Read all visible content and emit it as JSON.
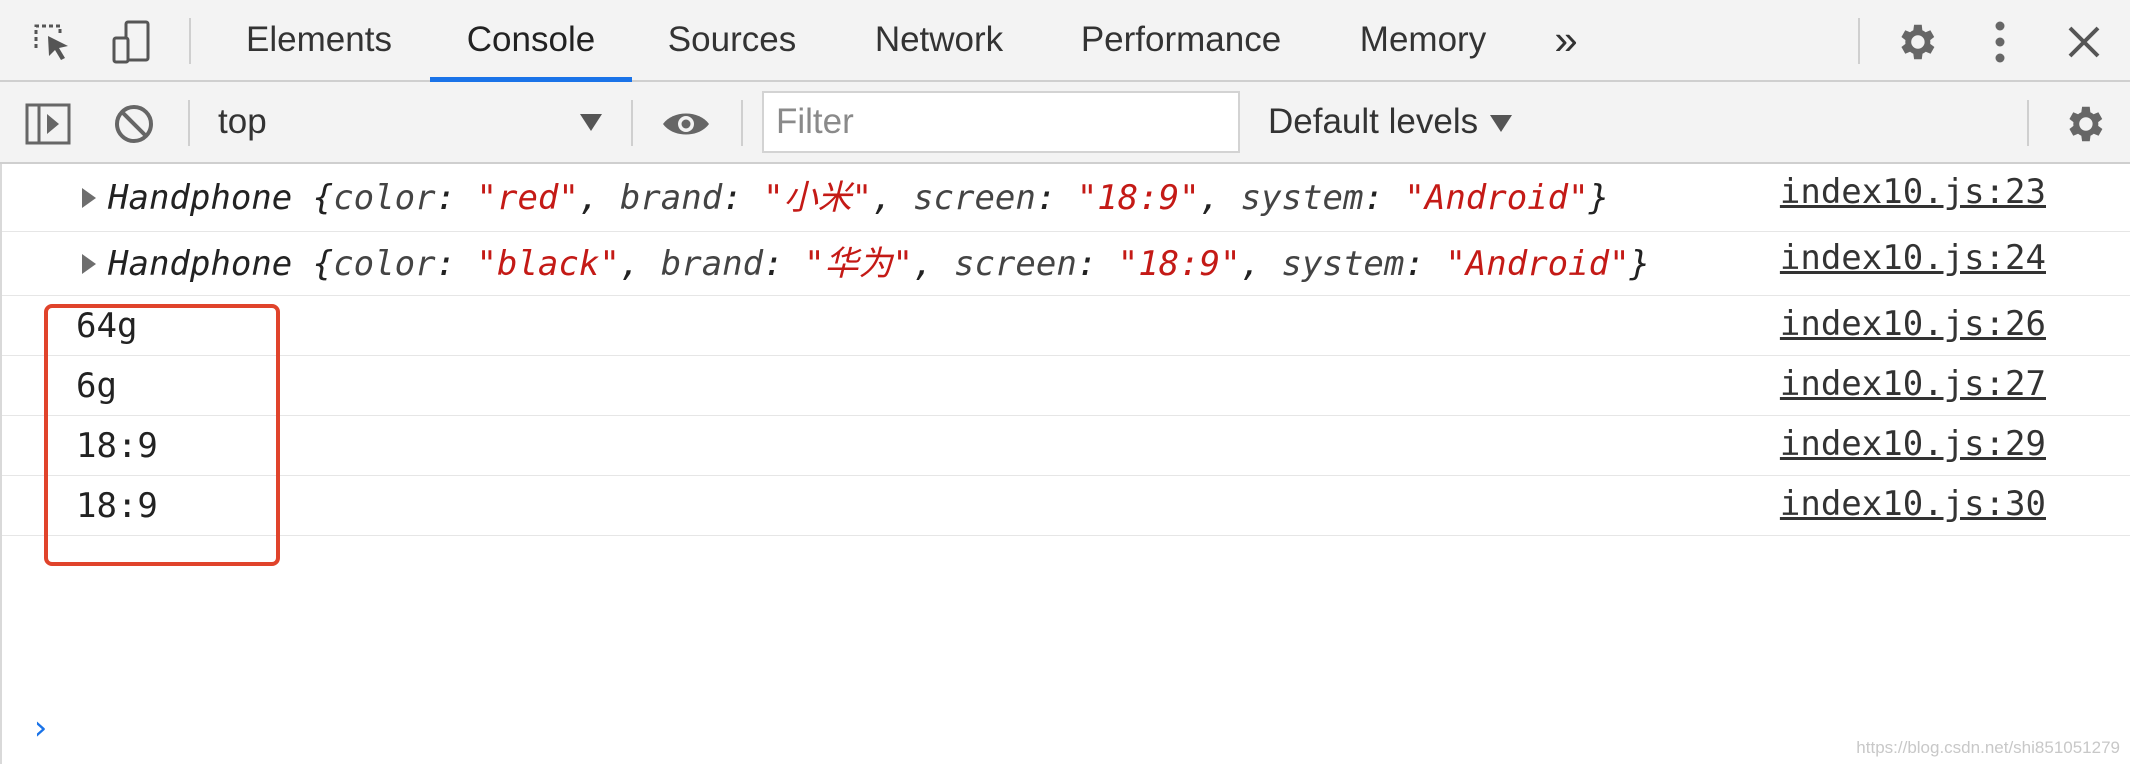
{
  "tabbar": {
    "icons": [
      "inspect-element-icon",
      "device-toolbar-icon"
    ],
    "tabs": [
      {
        "label": "Elements"
      },
      {
        "label": "Console"
      },
      {
        "label": "Sources"
      },
      {
        "label": "Network"
      },
      {
        "label": "Performance"
      },
      {
        "label": "Memory"
      }
    ],
    "more_tabs": "»",
    "active_tab": "Console",
    "accent": "#1a73e8"
  },
  "toolbar": {
    "context": "top",
    "filter_placeholder": "Filter",
    "levels": "Default levels"
  },
  "console": {
    "rows": [
      {
        "type": "object",
        "class": "Handphone",
        "props": [
          {
            "key": "color",
            "value": "\"red\""
          },
          {
            "key": "brand",
            "value": "\"小米\""
          },
          {
            "key": "screen",
            "value": "\"18:9\""
          },
          {
            "key": "system",
            "value": "\"Android\""
          }
        ],
        "source": "index10.js:23"
      },
      {
        "type": "object",
        "class": "Handphone",
        "props": [
          {
            "key": "color",
            "value": "\"black\""
          },
          {
            "key": "brand",
            "value": "\"华为\""
          },
          {
            "key": "screen",
            "value": "\"18:9\""
          },
          {
            "key": "system",
            "value": "\"Android\""
          }
        ],
        "source": "index10.js:24"
      },
      {
        "type": "text",
        "text": "64g",
        "source": "index10.js:26"
      },
      {
        "type": "text",
        "text": "6g",
        "source": "index10.js:27"
      },
      {
        "type": "text",
        "text": "18:9",
        "source": "index10.js:29"
      },
      {
        "type": "text",
        "text": "18:9",
        "source": "index10.js:30"
      }
    ],
    "prompt": "›",
    "highlight_color": "#e0432b",
    "string_color": "#c41a16"
  },
  "watermark": "https://blog.csdn.net/shi851051279"
}
